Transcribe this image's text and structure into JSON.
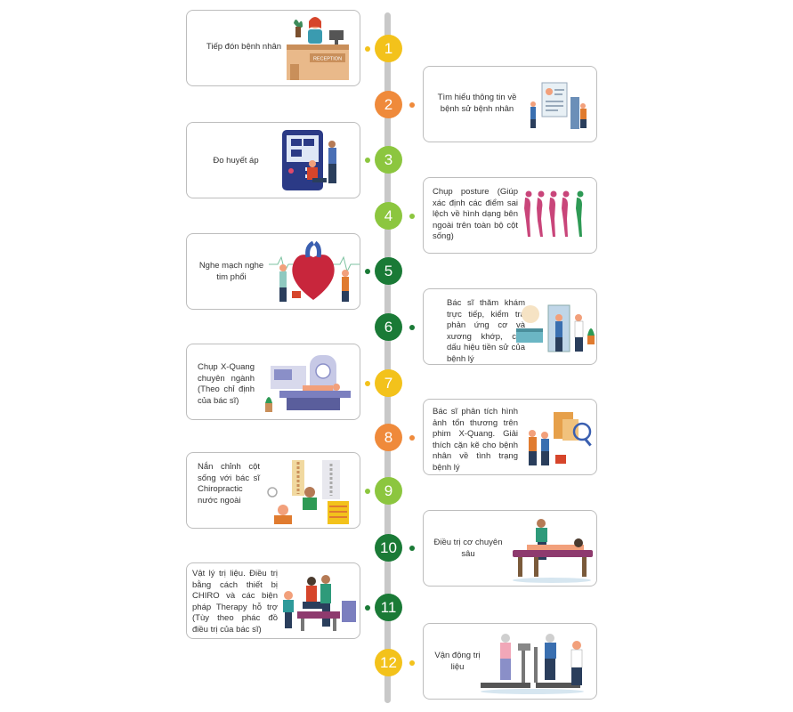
{
  "colors": {
    "yellow": "#f3c21b",
    "orange": "#ef8a3b",
    "lime": "#8cc63f",
    "dark_green": "#1a7a36",
    "line": "#c8c8c8"
  },
  "steps": [
    {
      "number": "1",
      "label": "Tiếp đón bệnh nhân",
      "color": "yellow",
      "illustration": "reception-desk-illustration",
      "reception_sign": "RECEPTION"
    },
    {
      "number": "2",
      "label": "Tìm hiểu thông tin về bệnh sử bệnh nhân",
      "color": "orange",
      "illustration": "medical-record-illustration"
    },
    {
      "number": "3",
      "label": "Đo huyết áp",
      "color": "lime",
      "illustration": "blood-pressure-illustration"
    },
    {
      "number": "4",
      "label": "Chụp posture (Giúp xác định các điểm sai lệch về hình dạng bên ngoài trên toàn bộ cột sống)",
      "color": "lime",
      "illustration": "posture-figures-illustration"
    },
    {
      "number": "5",
      "label": "Nghe mạch nghe tim phổi",
      "color": "dark_green",
      "illustration": "heart-exam-illustration"
    },
    {
      "number": "6",
      "label": "Bác sĩ thăm khám trực tiếp, kiểm tra phản ứng cơ và xương khớp, các dấu hiệu tiền sử của bệnh lý",
      "color": "dark_green",
      "illustration": "doctor-exam-illustration"
    },
    {
      "number": "7",
      "label": "Chụp X-Quang chuyên ngành (Theo chỉ định của bác sĩ)",
      "color": "yellow",
      "illustration": "xray-machine-illustration"
    },
    {
      "number": "8",
      "label": "Bác sĩ phân tích hình ảnh tổn thương trên phim X-Quang. Giải thích cặn kẽ cho bệnh nhân về tình trạng bệnh lý",
      "color": "orange",
      "illustration": "xray-analysis-illustration"
    },
    {
      "number": "9",
      "label": "Nắn chỉnh cột sống với bác sĩ Chiropractic nước ngoài",
      "color": "lime",
      "illustration": "chiropractic-illustration"
    },
    {
      "number": "10",
      "label": "Điều trị cơ chuyên sâu",
      "color": "dark_green",
      "illustration": "massage-table-illustration"
    },
    {
      "number": "11",
      "label": "Vật lý trị liệu. Điều trị bằng cách thiết bị CHIRO và các biện pháp Therapy hỗ trợ (Tùy theo phác đồ điều trị của bác sĩ)",
      "color": "dark_green",
      "illustration": "physio-therapy-illustration"
    },
    {
      "number": "12",
      "label": "Vận động trị liệu",
      "color": "yellow",
      "illustration": "treadmill-illustration"
    }
  ]
}
